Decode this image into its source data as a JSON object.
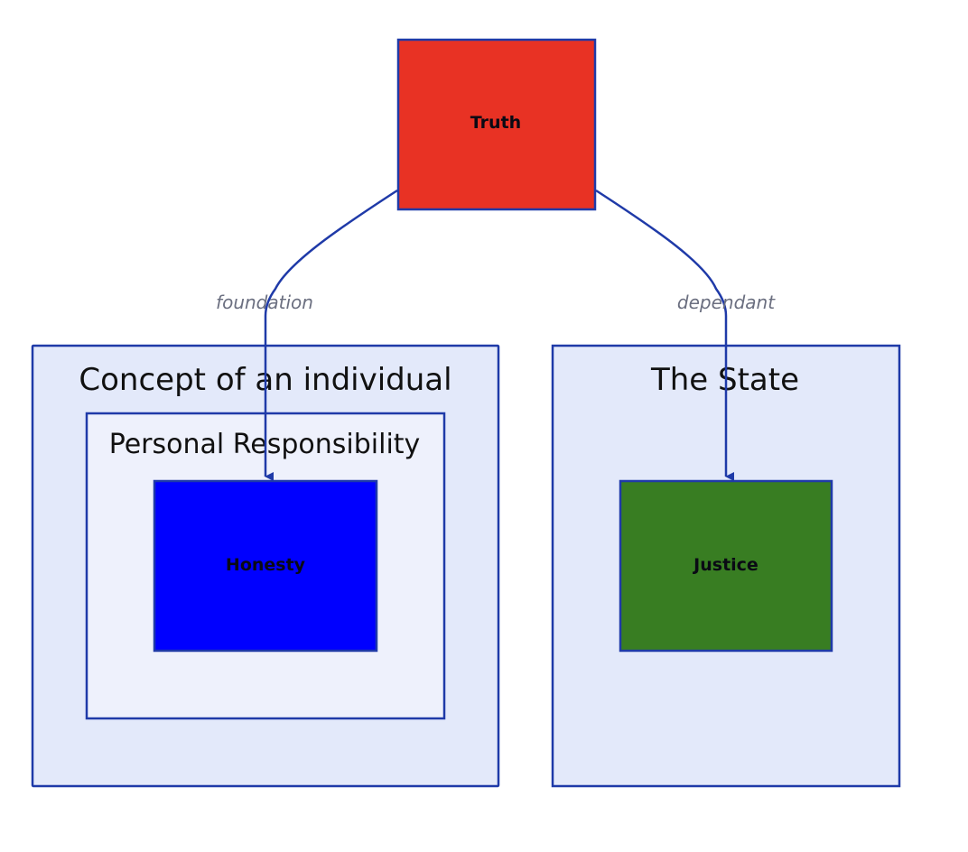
{
  "colors": {
    "border": "#1f3aa8",
    "container_fill": "#e3e9fa",
    "subcontainer_fill": "#eef1fc",
    "truth_fill": "#e83224",
    "honesty_fill": "#0000ff",
    "justice_fill": "#387d22",
    "edge": "#1f3aa8",
    "edge_label": "#6b6f80"
  },
  "nodes": {
    "truth": {
      "label": "Truth"
    },
    "honesty": {
      "label": "Honesty"
    },
    "justice": {
      "label": "Justice"
    }
  },
  "containers": {
    "individual": {
      "title": "Concept of an individual",
      "subcontainer": {
        "title": "Personal Responsibility"
      }
    },
    "state": {
      "title": "The State"
    }
  },
  "edges": [
    {
      "from": "truth",
      "to": "honesty",
      "label": "foundation"
    },
    {
      "from": "truth",
      "to": "justice",
      "label": "dependant"
    }
  ]
}
